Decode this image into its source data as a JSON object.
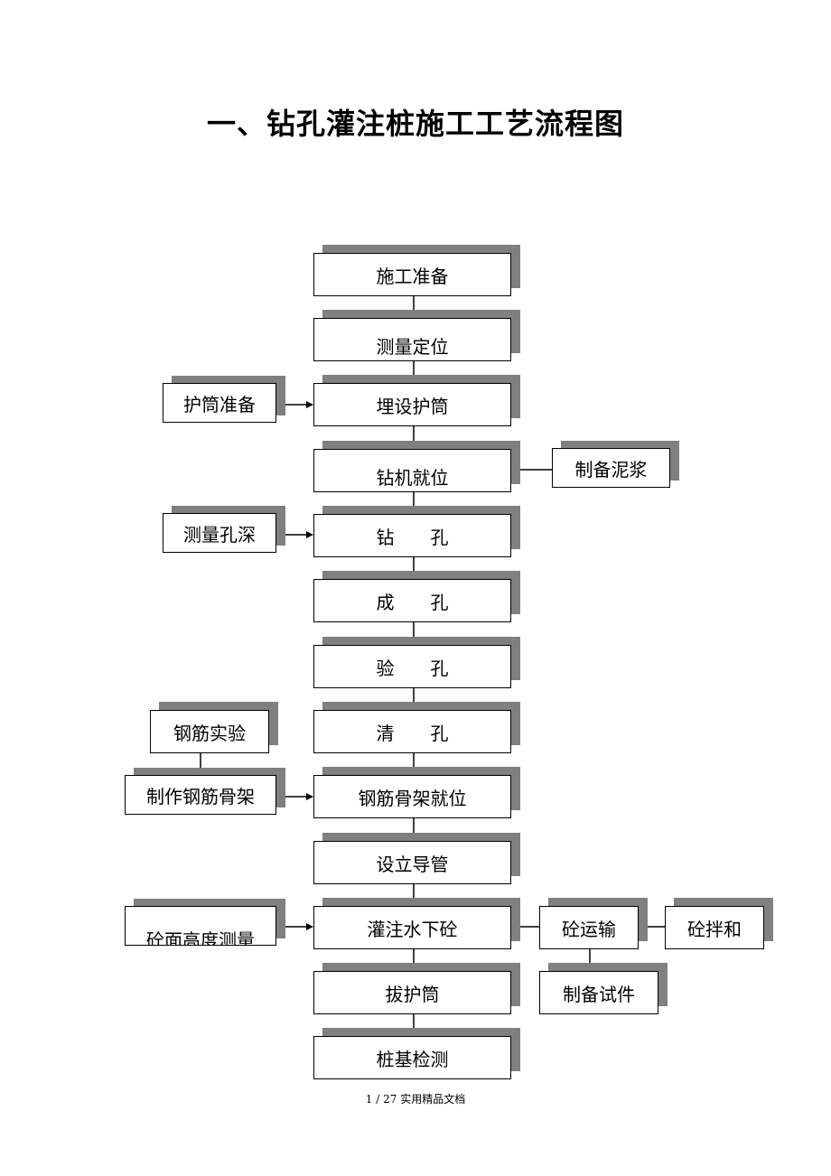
{
  "title": "一、钻孔灌注桩施工工艺流程图",
  "nodes": {
    "prep": "施工准备",
    "survey": "测量定位",
    "casing_prep": "护筒准备",
    "bury_casing": "埋设护筒",
    "rig_position": "钻机就位",
    "mud_prep": "制备泥浆",
    "measure_depth": "测量孔深",
    "drilling": "钻　　孔",
    "hole_done": "成　　孔",
    "hole_inspect": "验　　孔",
    "rebar_test": "钢筋实验",
    "hole_clean": "清　　孔",
    "cage_make": "制作钢筋骨架",
    "cage_place": "钢筋骨架就位",
    "tremie": "设立导管",
    "concrete_level": "砼面高度测量",
    "pour": "灌注水下砼",
    "transport": "砼运输",
    "mixing": "砼拌和",
    "pull_casing": "拔护筒",
    "specimens": "制备试件",
    "pile_test": "桩基检测"
  },
  "footer": "1 / 27 实用精品文档"
}
